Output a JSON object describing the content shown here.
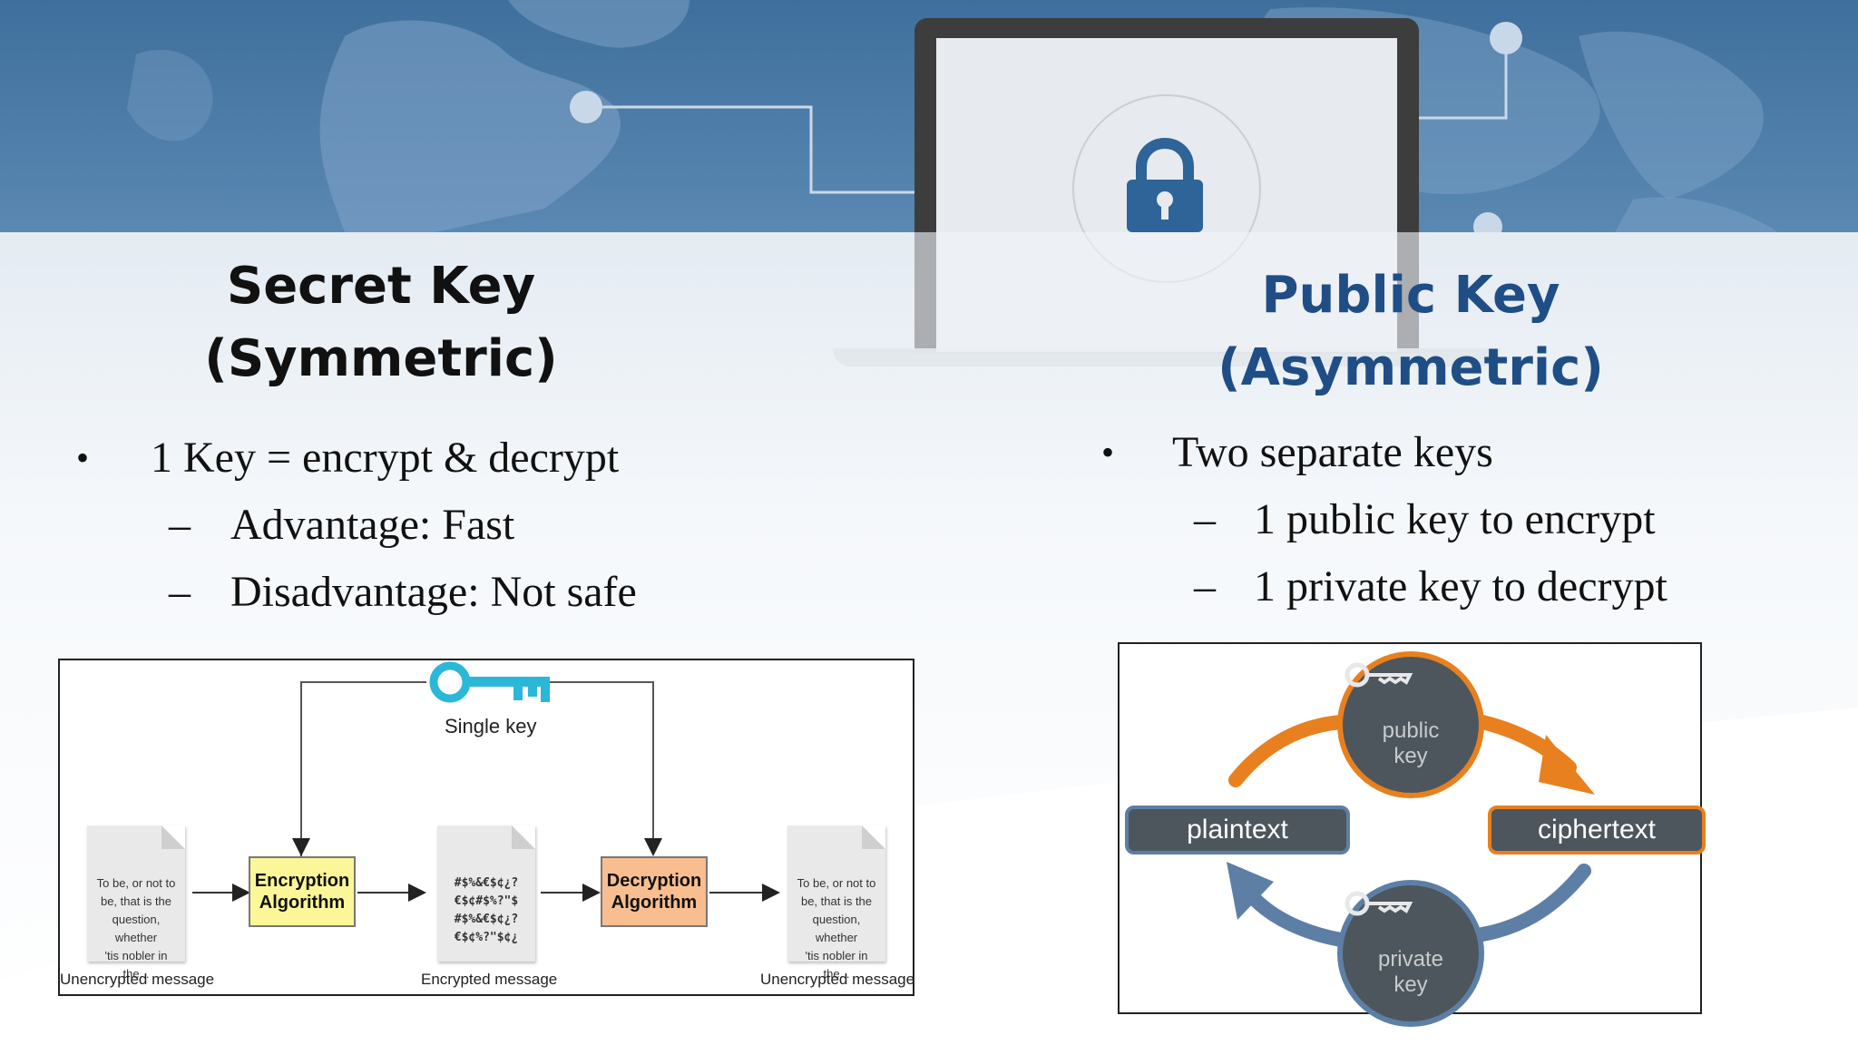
{
  "left": {
    "heading_line1": "Secret Key",
    "heading_line2": "(Symmetric)",
    "bullets": [
      {
        "level": 1,
        "text": "1 Key = encrypt & decrypt"
      },
      {
        "level": 2,
        "text": "Advantage: Fast"
      },
      {
        "level": 2,
        "text": "Disadvantage: Not safe"
      }
    ],
    "diagram": {
      "key_label": "Single key",
      "plain_doc": "To be, or not to\nbe, that is the\nquestion, whether\n'tis nobler in the...",
      "cipher_doc": "#$%&€$¢¿?\n€$¢#$%?\"$\n#$%&€$¢¿?\n€$¢%?\"$¢¿",
      "result_doc": "To be, or not to\nbe, that is the\nquestion, whether\n'tis nobler in the...",
      "encryption": "Encryption\nAlgorithm",
      "decryption": "Decryption\nAlgorithm",
      "caption_unencrypted_left": "Unencrypted message",
      "caption_encrypted": "Encrypted message",
      "caption_unencrypted_right": "Unencrypted message"
    }
  },
  "right": {
    "heading_line1": "Public Key",
    "heading_line2": "(Asymmetric)",
    "bullets": [
      {
        "level": 1,
        "text": "Two separate keys"
      },
      {
        "level": 2,
        "text": "1 public key to encrypt"
      },
      {
        "level": 2,
        "text": "1 private key to decrypt"
      }
    ],
    "diagram": {
      "plaintext": "plaintext",
      "ciphertext": "ciphertext",
      "public_key": "public\nkey",
      "private_key": "private\nkey"
    }
  },
  "marks": {
    "bullet": "•",
    "dash": "–"
  },
  "colors": {
    "banner": "#3f6f9c",
    "heading_right": "#1f4e86",
    "orange_arrow": "#e8801f",
    "blue_arrow": "#5d7fa6",
    "key_cyan": "#2bb7d8"
  },
  "icons": [
    "lock-icon",
    "key-icon",
    "public-key-icon",
    "private-key-icon"
  ]
}
